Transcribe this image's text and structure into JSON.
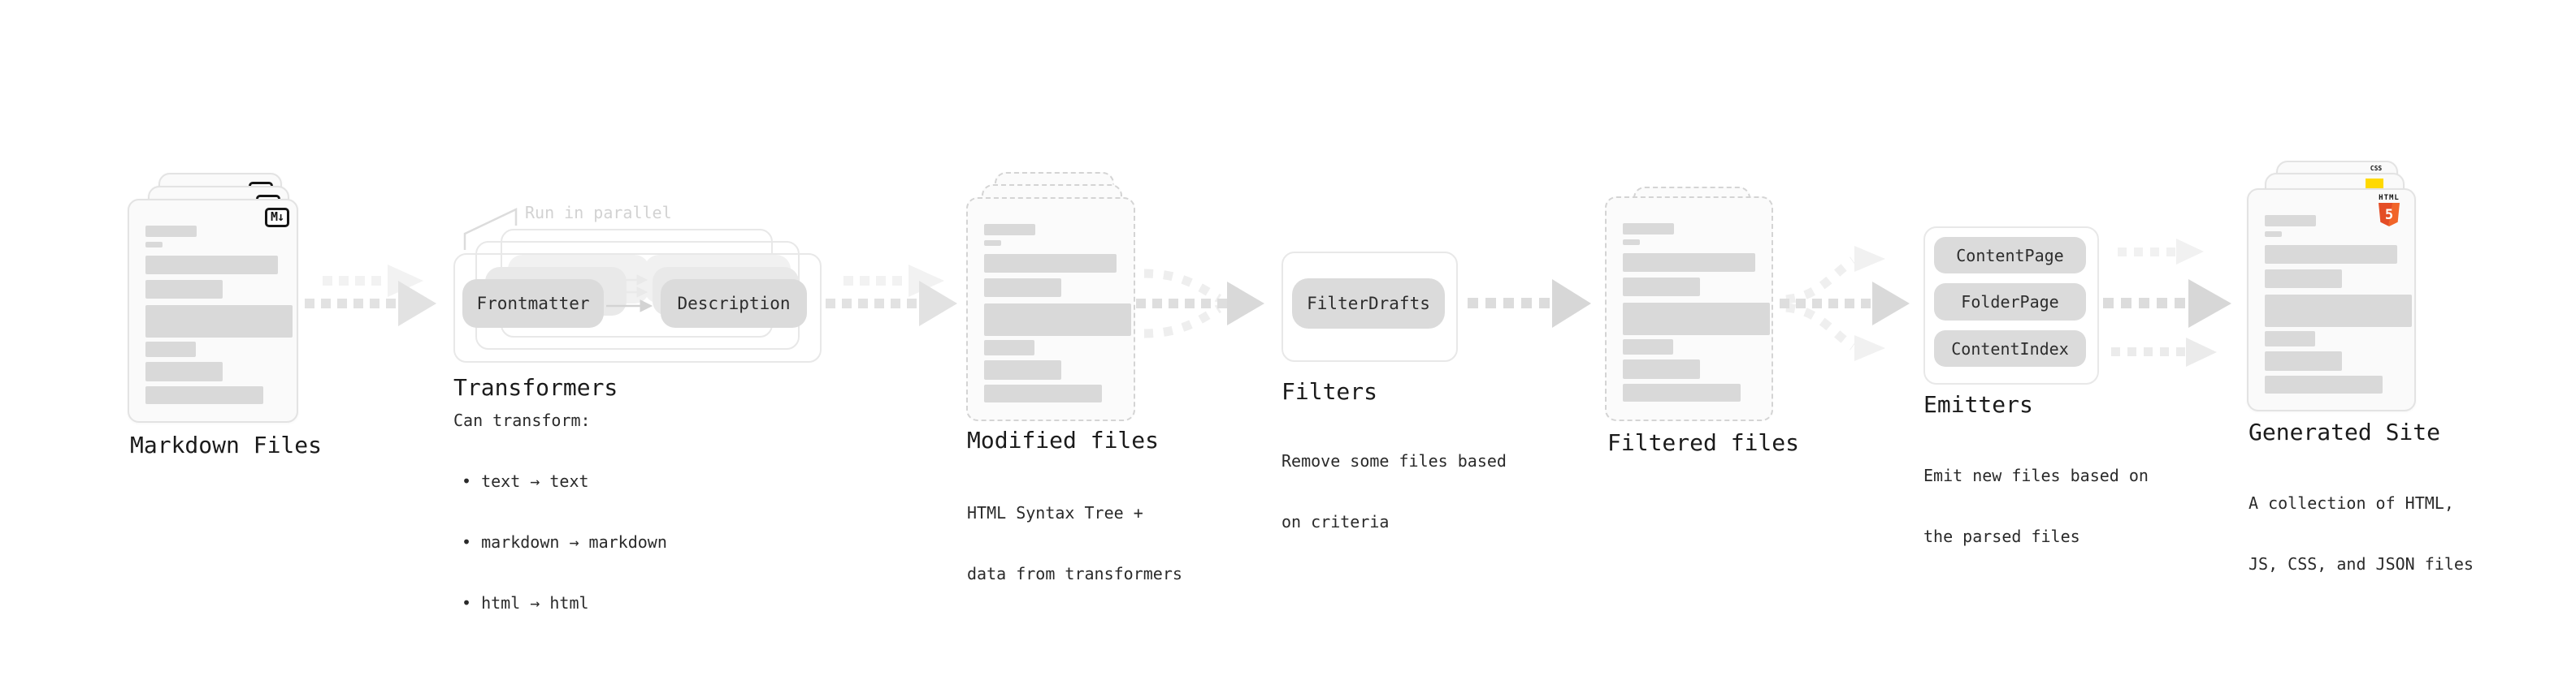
{
  "markdown_files": {
    "label": "Markdown Files",
    "badge": "M↓"
  },
  "transformers": {
    "label": "Transformers",
    "parallel_note": "Run in parallel",
    "pill_frontmatter": "Frontmatter",
    "pill_description": "Description",
    "desc_title": "Can transform:",
    "bullets": [
      "• text → text",
      "• markdown → markdown",
      "• html → html"
    ]
  },
  "modified_files": {
    "label": "Modified files",
    "desc": [
      "HTML Syntax Tree +",
      "data from transformers"
    ]
  },
  "filters": {
    "label": "Filters",
    "pill": "FilterDrafts",
    "desc": [
      "Remove some files based",
      "on criteria"
    ]
  },
  "filtered_files": {
    "label": "Filtered files"
  },
  "emitters": {
    "label": "Emitters",
    "pills": [
      "ContentPage",
      "FolderPage",
      "ContentIndex"
    ],
    "desc": [
      "Emit new files based on",
      "the parsed files"
    ]
  },
  "generated_site": {
    "label": "Generated Site",
    "desc": [
      "A collection of HTML,",
      "JS, CSS, and JSON files"
    ],
    "badge_html": "HTML",
    "badge_html_number": "5",
    "badge_css": "CSS"
  },
  "colors": {
    "html5_orange": "#e44d26",
    "js_yellow": "#ffd900",
    "css_blue": "#2965f1",
    "bar_gray": "#d9d9d9"
  }
}
